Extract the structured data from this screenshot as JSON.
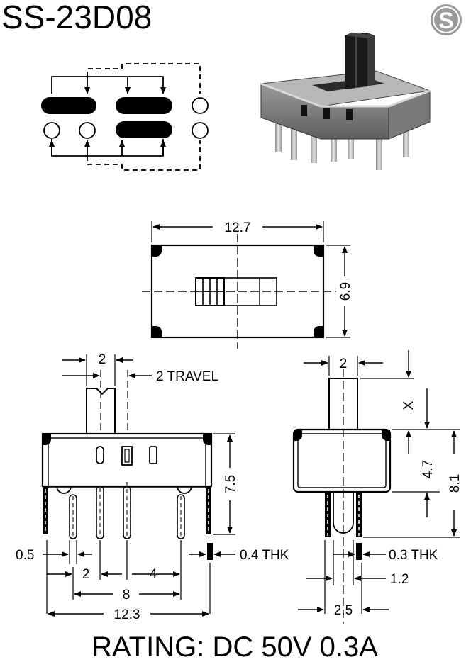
{
  "header": {
    "model": "SS-23D08",
    "logo_letter": "S"
  },
  "top_view": {
    "width": "12.7",
    "height": "6.9"
  },
  "side_view": {
    "actuator_width": "2",
    "travel": "2 TRAVEL",
    "body_height": "7.5",
    "pin_width": "0.5",
    "pin_thickness": "0.4 THK",
    "pitch_small": "2",
    "pitch_large": "4",
    "pin_span": "8",
    "overall_length": "12.3"
  },
  "end_view": {
    "actuator_width": "2",
    "x_label": "X",
    "body_height": "4.7",
    "overall_height": "8.1",
    "pin_thickness": "0.3 THK",
    "pin_offset": "1.2",
    "pin_spacing": "2.5"
  },
  "footer": {
    "rating": "RATING: DC 50V 0.3A"
  }
}
